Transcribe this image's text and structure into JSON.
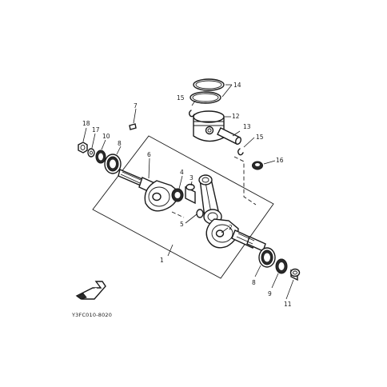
{
  "callouts": [
    {
      "id": "1",
      "label": "1"
    },
    {
      "id": "2",
      "label": "2"
    },
    {
      "id": "3",
      "label": "3"
    },
    {
      "id": "4",
      "label": "4"
    },
    {
      "id": "5",
      "label": "5"
    },
    {
      "id": "6",
      "label": "6"
    },
    {
      "id": "7",
      "label": "7"
    },
    {
      "id": "8a",
      "label": "8"
    },
    {
      "id": "8b",
      "label": "8"
    },
    {
      "id": "9",
      "label": "9"
    },
    {
      "id": "10",
      "label": "10"
    },
    {
      "id": "11",
      "label": "11"
    },
    {
      "id": "12",
      "label": "12"
    },
    {
      "id": "13",
      "label": "13"
    },
    {
      "id": "14",
      "label": "14"
    },
    {
      "id": "15a",
      "label": "15"
    },
    {
      "id": "15b",
      "label": "15"
    },
    {
      "id": "16",
      "label": "16"
    },
    {
      "id": "17",
      "label": "17"
    },
    {
      "id": "18",
      "label": "18"
    }
  ],
  "fwd_label": "FWD",
  "diagram_code": "Y3FC010-8020"
}
